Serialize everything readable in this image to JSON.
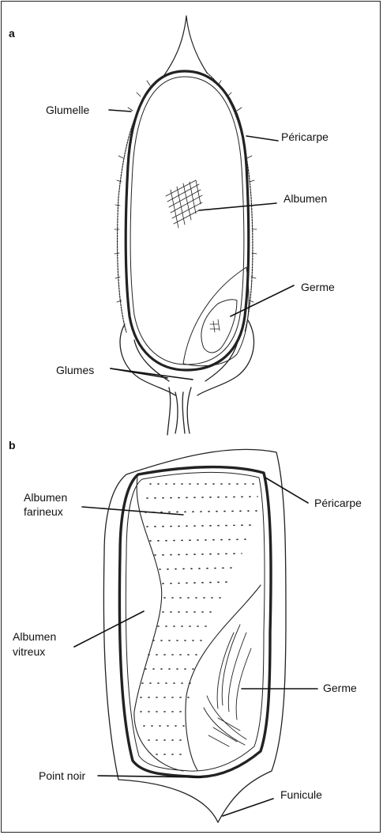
{
  "panels": {
    "a": {
      "letter": "a",
      "labels": {
        "glumelle": "Glumelle",
        "pericarpe": "Péricarpe",
        "albumen": "Albumen",
        "germe": "Germe",
        "glumes": "Glumes"
      }
    },
    "b": {
      "letter": "b",
      "labels": {
        "albumen_farineux_1": "Albumen",
        "albumen_farineux_2": "farineux",
        "pericarpe": "Péricarpe",
        "albumen_vitreux_1": "Albumen",
        "albumen_vitreux_2": "vitreux",
        "germe": "Germe",
        "point_noir": "Point noir",
        "funicule": "Funicule"
      }
    }
  }
}
